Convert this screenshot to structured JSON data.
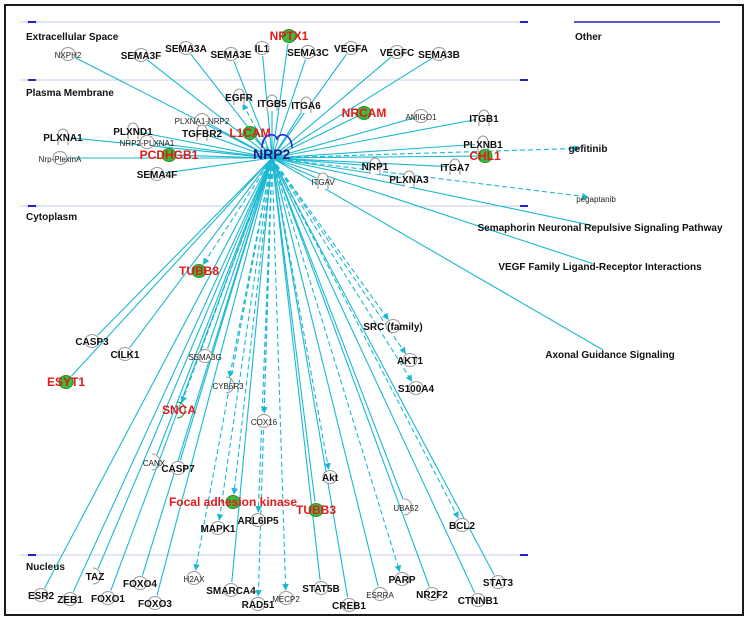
{
  "regions": {
    "extracellular": "Extracellular Space",
    "other": "Other",
    "plasma": "Plasma Membrane",
    "cytoplasm": "Cytoplasm",
    "nucleus": "Nucleus"
  },
  "hub": {
    "label": "NRP2"
  },
  "colors": {
    "edge": "#1ab8d2",
    "highlight_node": "#3dbb3d",
    "highlight_text": "#e11a1a",
    "hub_text": "#1c1c8c",
    "region_line": "#c9cbe6",
    "region_tick": "#2222cc"
  },
  "nodes": [
    {
      "id": "nptx1",
      "label": "NPTX1",
      "style": "red",
      "shape": "circle",
      "edge": "solid"
    },
    {
      "id": "nxph2",
      "label": "NXPH2",
      "style": "small",
      "shape": "circle",
      "edge": "solid"
    },
    {
      "id": "sema3f",
      "label": "SEMA3F",
      "style": "bold",
      "shape": "circle",
      "edge": "solid"
    },
    {
      "id": "sema3a",
      "label": "SEMA3A",
      "style": "bold",
      "shape": "circle",
      "edge": "solid"
    },
    {
      "id": "sema3e",
      "label": "SEMA3E",
      "style": "bold",
      "shape": "circle",
      "edge": "solid"
    },
    {
      "id": "il1",
      "label": "IL1",
      "style": "bold",
      "shape": "circle",
      "edge": "solid"
    },
    {
      "id": "sema3c",
      "label": "SEMA3C",
      "style": "bold",
      "shape": "circle",
      "edge": "solid"
    },
    {
      "id": "vegfa",
      "label": "VEGFA",
      "style": "bold",
      "shape": "circle",
      "edge": "solid"
    },
    {
      "id": "vegfc",
      "label": "VEGFC",
      "style": "bold",
      "shape": "circle",
      "edge": "solid"
    },
    {
      "id": "sema3b",
      "label": "SEMA3B",
      "style": "bold",
      "shape": "circle",
      "edge": "solid"
    },
    {
      "id": "egfr",
      "label": "EGFR",
      "style": "bold",
      "shape": "receptor",
      "edge": "dashed"
    },
    {
      "id": "itgb5",
      "label": "ITGB5",
      "style": "bold",
      "shape": "receptor",
      "edge": "solid"
    },
    {
      "id": "itga6",
      "label": "ITGA6",
      "style": "bold",
      "shape": "receptor",
      "edge": "solid"
    },
    {
      "id": "nrcam",
      "label": "NRCAM",
      "style": "red",
      "shape": "circle",
      "edge": "solid"
    },
    {
      "id": "amigo1",
      "label": "AMIGO1",
      "style": "small",
      "shape": "circle",
      "edge": "solid"
    },
    {
      "id": "itgb1",
      "label": "ITGB1",
      "style": "bold",
      "shape": "receptor",
      "edge": "solid"
    },
    {
      "id": "plxna1",
      "label": "PLXNA1",
      "style": "bold",
      "shape": "receptor",
      "edge": "solid"
    },
    {
      "id": "plxnd1",
      "label": "PLXND1",
      "style": "bold",
      "shape": "receptor",
      "edge": "solid"
    },
    {
      "id": "plxna1nrp2",
      "label": "PLXNA1-NRP2",
      "style": "small",
      "shape": "circle",
      "edge": "solid"
    },
    {
      "id": "nrp2plxna1",
      "label": "NRP2-PLXNA1",
      "style": "small",
      "shape": "circle",
      "edge": "solid"
    },
    {
      "id": "tgfbr2",
      "label": "TGFBR2",
      "style": "bold",
      "shape": "receptor",
      "edge": "solid"
    },
    {
      "id": "l1cam",
      "label": "L1CAM",
      "style": "red",
      "shape": "circle",
      "edge": "solid"
    },
    {
      "id": "nrpplexina",
      "label": "Nrp-PlexinA",
      "style": "small",
      "shape": "circle",
      "edge": "solid"
    },
    {
      "id": "pcdhgb1",
      "label": "PCDHGB1",
      "style": "red",
      "shape": "circle",
      "edge": "solid"
    },
    {
      "id": "sema4f",
      "label": "SEMA4F",
      "style": "bold",
      "shape": "circle",
      "edge": "solid"
    },
    {
      "id": "plxnb1",
      "label": "PLXNB1",
      "style": "bold",
      "shape": "receptor",
      "edge": "solid"
    },
    {
      "id": "chl1",
      "label": "CHL1",
      "style": "red",
      "shape": "circle",
      "edge": "solid"
    },
    {
      "id": "nrp1",
      "label": "NRP1",
      "style": "bold",
      "shape": "receptor",
      "edge": "solid"
    },
    {
      "id": "itga7",
      "label": "ITGA7",
      "style": "bold",
      "shape": "receptor",
      "edge": "solid"
    },
    {
      "id": "plxna3",
      "label": "PLXNA3",
      "style": "bold",
      "shape": "receptor",
      "edge": "solid"
    },
    {
      "id": "itgav",
      "label": "ITGAV",
      "style": "small",
      "shape": "receptor",
      "edge": "solid"
    },
    {
      "id": "gefitinib",
      "label": "gefitinib",
      "style": "bold",
      "shape": "none",
      "edge": "dashed"
    },
    {
      "id": "pegaptanib",
      "label": "pegaptanib",
      "style": "small",
      "shape": "none",
      "edge": "dashed"
    },
    {
      "id": "semaphorin",
      "label": "Semaphorin Neuronal Repulsive Signaling Pathway",
      "style": "side",
      "shape": "none",
      "edge": "solid"
    },
    {
      "id": "vegffam",
      "label": "VEGF Family Ligand-Receptor Interactions",
      "style": "side",
      "shape": "none",
      "edge": "solid"
    },
    {
      "id": "axonal",
      "label": "Axonal Guidance Signaling",
      "style": "side",
      "shape": "none",
      "edge": "solid"
    },
    {
      "id": "tubb8",
      "label": "TUBB8",
      "style": "red",
      "shape": "circle",
      "edge": "dashed"
    },
    {
      "id": "casp3",
      "label": "CASP3",
      "style": "bold",
      "shape": "circle",
      "edge": "solid"
    },
    {
      "id": "cilk1",
      "label": "CILK1",
      "style": "bold",
      "shape": "circle",
      "edge": "solid"
    },
    {
      "id": "esyt1",
      "label": "ESYT1",
      "style": "red",
      "shape": "circle",
      "edge": "solid"
    },
    {
      "id": "sema3g",
      "label": "SEMA3G",
      "style": "small",
      "shape": "circle",
      "edge": "solid"
    },
    {
      "id": "cyb5r3",
      "label": "CYB5R3",
      "style": "small",
      "shape": "crescent",
      "edge": "dashed"
    },
    {
      "id": "snca",
      "label": "SNCA",
      "style": "red",
      "shape": "crescent",
      "edge": "dashed"
    },
    {
      "id": "cox16",
      "label": "COX16",
      "style": "small",
      "shape": "circle",
      "edge": "dashed"
    },
    {
      "id": "canx",
      "label": "CANX",
      "style": "small",
      "shape": "crescent",
      "edge": "solid"
    },
    {
      "id": "casp7",
      "label": "CASP7",
      "style": "bold",
      "shape": "circle",
      "edge": "solid"
    },
    {
      "id": "src",
      "label": "SRC (family)",
      "style": "bold",
      "shape": "circle",
      "edge": "dashed"
    },
    {
      "id": "akt1",
      "label": "AKT1",
      "style": "bold",
      "shape": "circle",
      "edge": "dashed"
    },
    {
      "id": "s100a4",
      "label": "S100A4",
      "style": "bold",
      "shape": "circle",
      "edge": "dashed"
    },
    {
      "id": "akt",
      "label": "Akt",
      "style": "bold",
      "shape": "circle",
      "edge": "dashed"
    },
    {
      "id": "fak",
      "label": "Focal adhesion kinase",
      "style": "red",
      "shape": "circle",
      "edge": "dashed"
    },
    {
      "id": "tubb3",
      "label": "TUBB3",
      "style": "red",
      "shape": "circle",
      "edge": "solid"
    },
    {
      "id": "uba52",
      "label": "UBA52",
      "style": "small",
      "shape": "crescent",
      "edge": "solid"
    },
    {
      "id": "bcl2",
      "label": "BCL2",
      "style": "bold",
      "shape": "circle",
      "edge": "dashed"
    },
    {
      "id": "mapk1",
      "label": "MAPK1",
      "style": "bold",
      "shape": "circle",
      "edge": "dashed"
    },
    {
      "id": "arl6ip5",
      "label": "ARL6IP5",
      "style": "bold",
      "shape": "circle",
      "edge": "dashed"
    },
    {
      "id": "esr2",
      "label": "ESR2",
      "style": "bold",
      "shape": "circle",
      "edge": "solid"
    },
    {
      "id": "zeb1",
      "label": "ZEB1",
      "style": "bold",
      "shape": "circle",
      "edge": "solid"
    },
    {
      "id": "taz",
      "label": "TAZ",
      "style": "bold",
      "shape": "crescent",
      "edge": "solid"
    },
    {
      "id": "foxo1",
      "label": "FOXO1",
      "style": "bold",
      "shape": "circle",
      "edge": "solid"
    },
    {
      "id": "foxo4",
      "label": "FOXO4",
      "style": "bold",
      "shape": "circle",
      "edge": "solid"
    },
    {
      "id": "foxo3",
      "label": "FOXO3",
      "style": "bold",
      "shape": "circle",
      "edge": "solid"
    },
    {
      "id": "h2ax",
      "label": "H2AX",
      "style": "small",
      "shape": "circle",
      "edge": "dashed"
    },
    {
      "id": "smarca4",
      "label": "SMARCA4",
      "style": "bold",
      "shape": "circle",
      "edge": "solid"
    },
    {
      "id": "rad51",
      "label": "RAD51",
      "style": "bold",
      "shape": "circle",
      "edge": "dashed"
    },
    {
      "id": "mecp2",
      "label": "MECP2",
      "style": "small",
      "shape": "circle",
      "edge": "dashed"
    },
    {
      "id": "stat5b",
      "label": "STAT5B",
      "style": "bold",
      "shape": "circle",
      "edge": "solid"
    },
    {
      "id": "creb1",
      "label": "CREB1",
      "style": "bold",
      "shape": "circle",
      "edge": "solid"
    },
    {
      "id": "esrra",
      "label": "ESRRA",
      "style": "small",
      "shape": "circle",
      "edge": "solid"
    },
    {
      "id": "parp",
      "label": "PARP",
      "style": "bold",
      "shape": "circle",
      "edge": "dashed"
    },
    {
      "id": "nr2f2",
      "label": "NR2F2",
      "style": "bold",
      "shape": "circle",
      "edge": "solid"
    },
    {
      "id": "ctnnb1",
      "label": "CTNNB1",
      "style": "bold",
      "shape": "circle",
      "edge": "solid"
    },
    {
      "id": "stat3",
      "label": "STAT3",
      "style": "bold",
      "shape": "circle",
      "edge": "solid"
    }
  ]
}
